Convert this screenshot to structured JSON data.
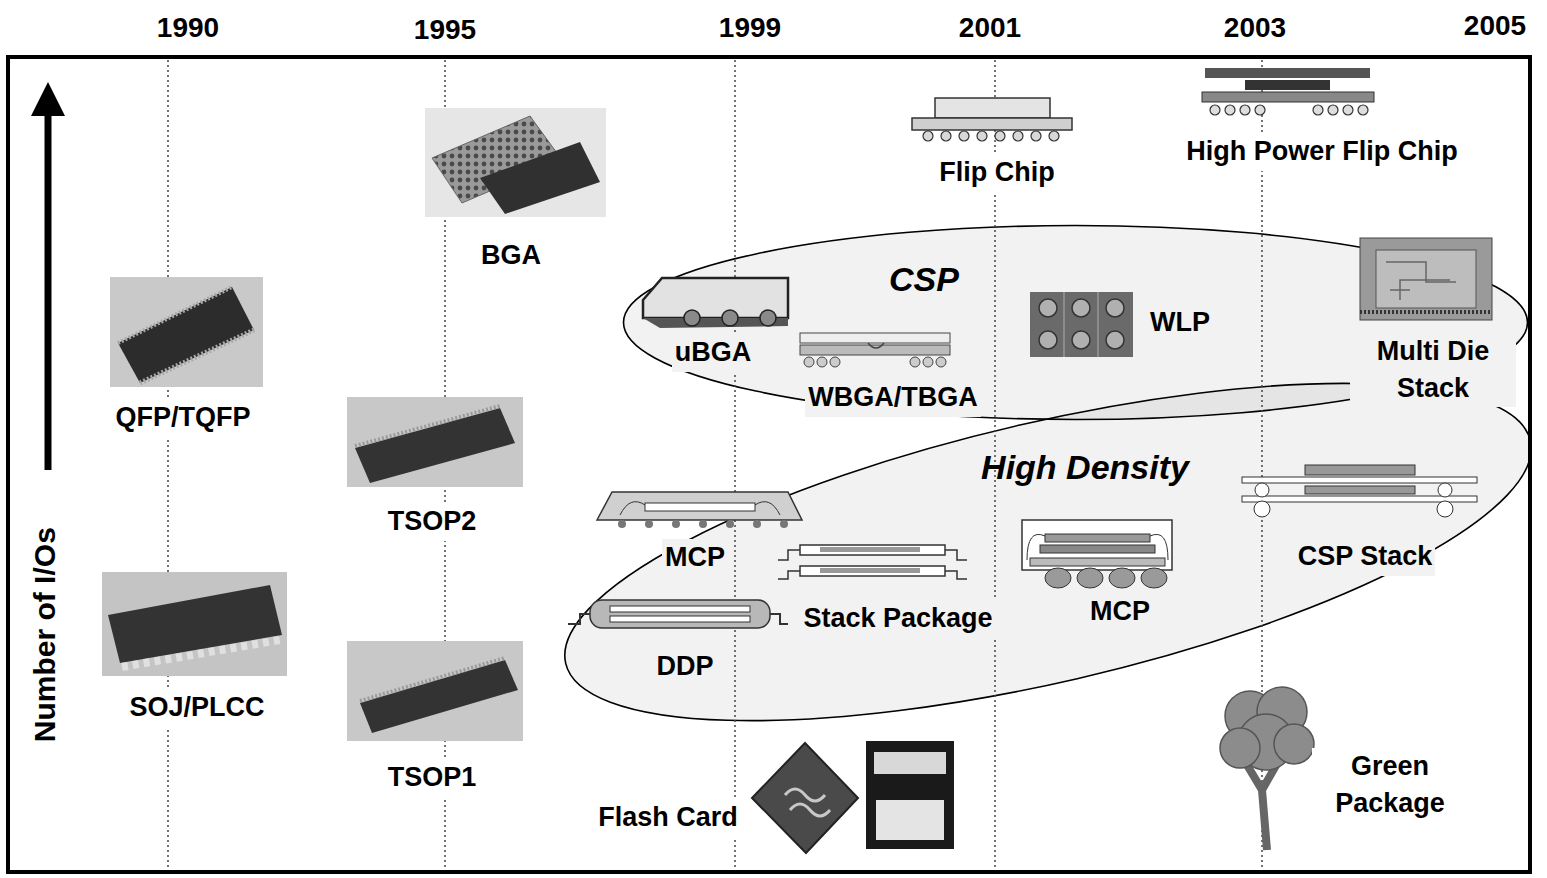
{
  "diagram": {
    "nodes": [
      {
        "text": [
          "CSP"
        ]
      },
      {
        "text": [
          "High Density"
        ]
      }
    ],
    "labels": [
      "1990",
      "1995",
      "1999",
      "2001",
      "2003",
      "2005",
      "Number of I/Os",
      "BGA",
      "Flip Chip",
      "High Power Flip Chip",
      "QFP/TQFP",
      "uBGA",
      "WBGA/TBGA",
      "WLP",
      "Multi Die Stack",
      "TSOP2",
      "MCP",
      "Stack Package",
      "MCP",
      "CSP Stack",
      "DDP",
      "SOJ/PLCC",
      "TSOP1",
      "Flash Card",
      "Green Package"
    ]
  }
}
